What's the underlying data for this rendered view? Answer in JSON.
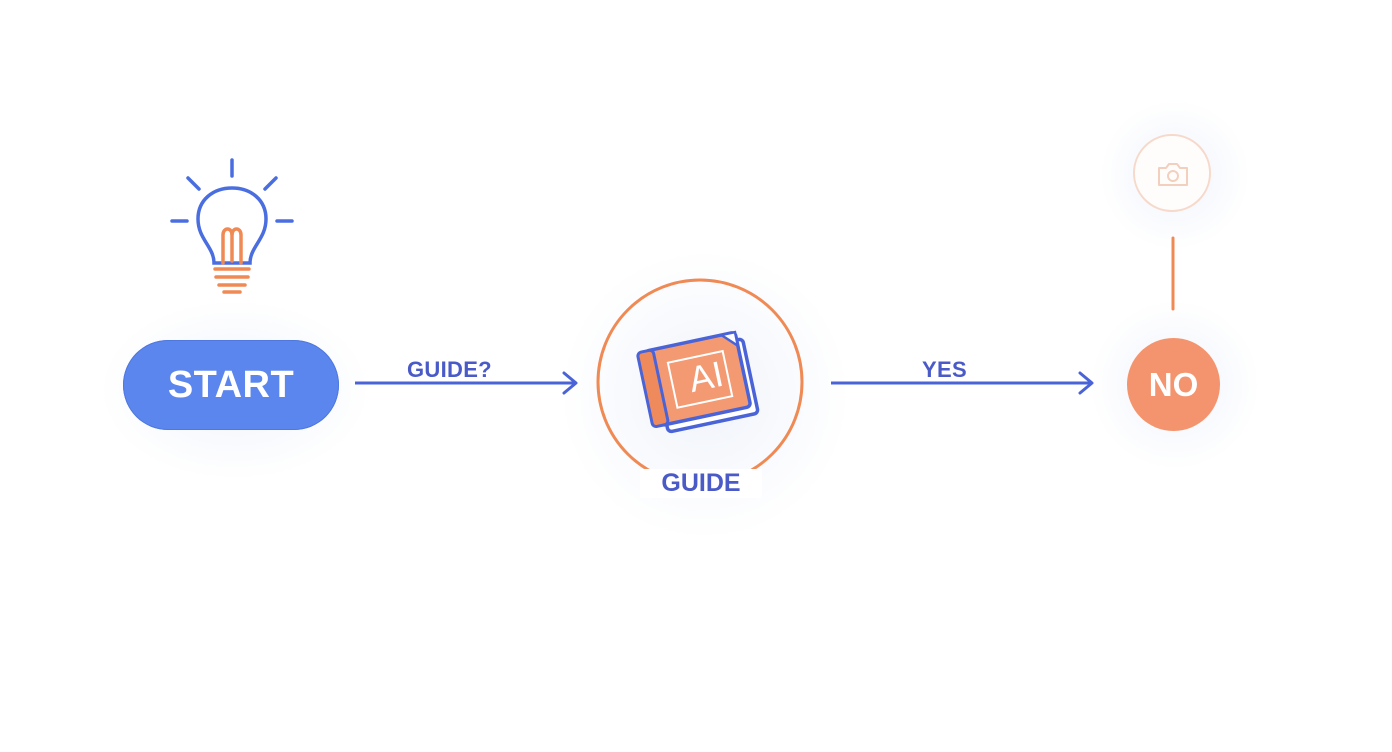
{
  "nodes": {
    "start_label": "START",
    "guide_label": "GUIDE",
    "book_label": "AI",
    "no_label": "NO"
  },
  "edges": {
    "start_to_guide_label": "GUIDE?",
    "guide_to_no_label": "YES"
  },
  "icons": {
    "top_left": "lightbulb-icon",
    "center": "book-icon",
    "top_right": "camera-icon"
  },
  "colors": {
    "blue": "#5b86ee",
    "dark_blue": "#4a5bc8",
    "orange": "#f08a55",
    "light_orange": "#f4946e"
  }
}
